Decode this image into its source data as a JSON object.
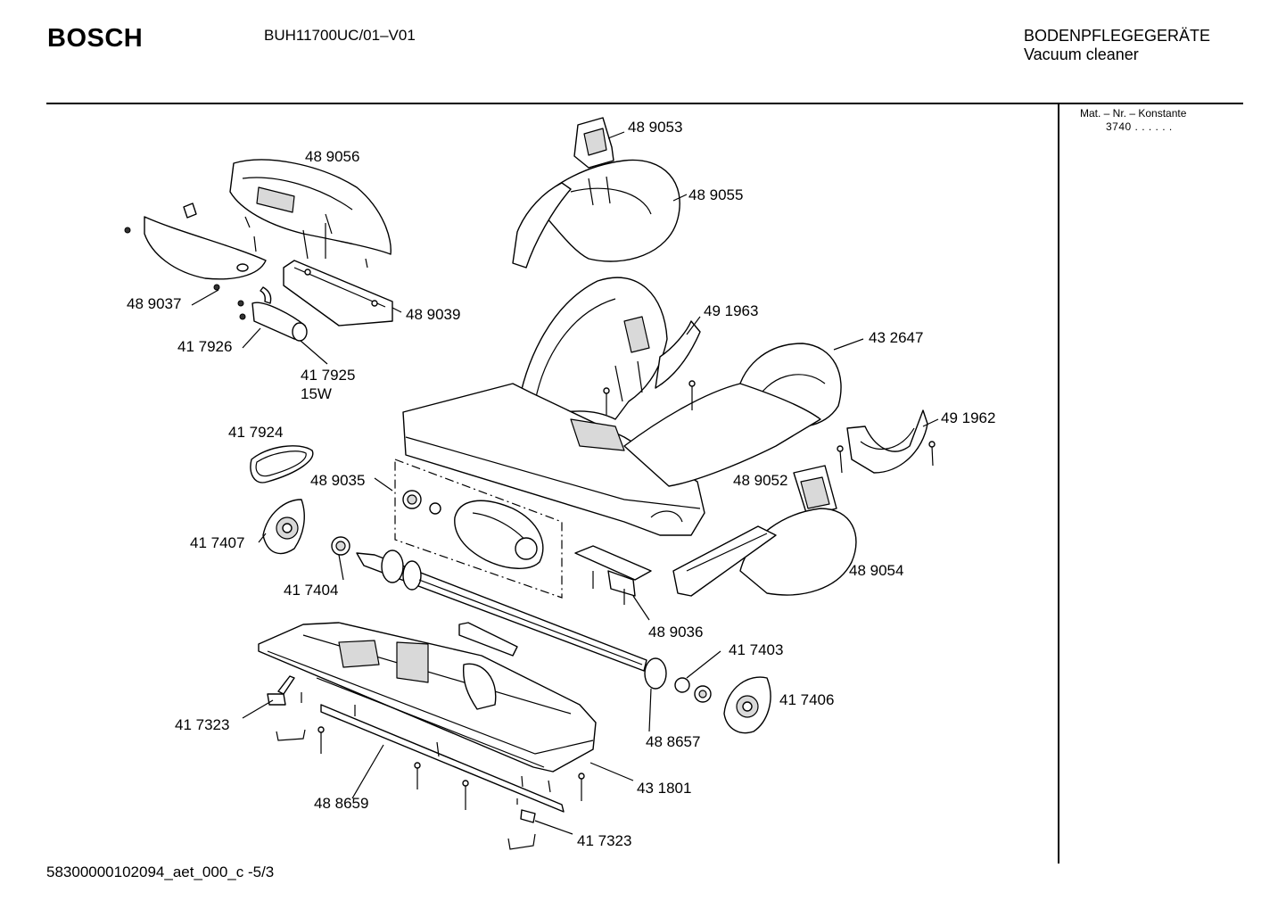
{
  "header": {
    "brand": "BOSCH",
    "model": "BUH11700UC/01–V01",
    "category_de": "BODENPFLEGEGERÄTE",
    "category_en": "Vacuum cleaner"
  },
  "side_panel": {
    "heading": "Mat. – Nr. – Konstante",
    "value": "3740 . .   . . . ."
  },
  "footer": {
    "code": "58300000102094_aet_000_c -5/3"
  },
  "parts": [
    {
      "id": "489053",
      "label": "48 9053"
    },
    {
      "id": "489056",
      "label": "48 9056"
    },
    {
      "id": "489055",
      "label": "48 9055"
    },
    {
      "id": "489037",
      "label": "48 9037"
    },
    {
      "id": "489039",
      "label": "48 9039"
    },
    {
      "id": "491963",
      "label": "49 1963"
    },
    {
      "id": "417926",
      "label": "41 7926"
    },
    {
      "id": "432647",
      "label": "43 2647"
    },
    {
      "id": "417925",
      "label": "41 7925"
    },
    {
      "id": "15w",
      "label": "15W"
    },
    {
      "id": "491962",
      "label": "49 1962"
    },
    {
      "id": "417924",
      "label": "41 7924"
    },
    {
      "id": "489035",
      "label": "48 9035"
    },
    {
      "id": "489052",
      "label": "48 9052"
    },
    {
      "id": "417407",
      "label": "41 7407"
    },
    {
      "id": "489054",
      "label": "48 9054"
    },
    {
      "id": "417404",
      "label": "41 7404"
    },
    {
      "id": "489036",
      "label": "48 9036"
    },
    {
      "id": "417403",
      "label": "41 7403"
    },
    {
      "id": "417406",
      "label": "41 7406"
    },
    {
      "id": "488657",
      "label": "48 8657"
    },
    {
      "id": "417323a",
      "label": "41 7323"
    },
    {
      "id": "431801",
      "label": "43 1801"
    },
    {
      "id": "488659",
      "label": "48 8659"
    },
    {
      "id": "417323b",
      "label": "41 7323"
    }
  ]
}
